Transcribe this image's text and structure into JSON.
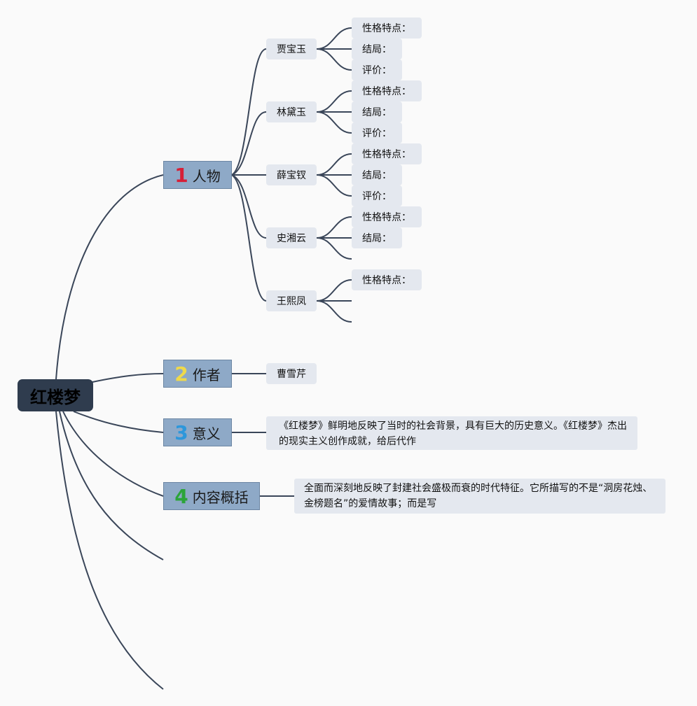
{
  "root": {
    "label": "红楼梦"
  },
  "branches": [
    {
      "num": "1",
      "num_color": "#d61f37",
      "label": "人物"
    },
    {
      "num": "2",
      "num_color": "#efd94a",
      "label": "作者"
    },
    {
      "num": "3",
      "num_color": "#2d97db",
      "label": "意义"
    },
    {
      "num": "4",
      "num_color": "#2ca43a",
      "label": "内容概括"
    }
  ],
  "characters": [
    {
      "name": "贾宝玉",
      "traits": [
        "性格特点：",
        "结局：",
        "评价："
      ]
    },
    {
      "name": "林黛玉",
      "traits": [
        "性格特点：",
        "结局：",
        "评价："
      ]
    },
    {
      "name": "薛宝钗",
      "traits": [
        "性格特点：",
        "结局：",
        "评价："
      ]
    },
    {
      "name": "史湘云",
      "traits": [
        "性格特点：",
        "结局："
      ]
    },
    {
      "name": "王熙凤",
      "traits": [
        "性格特点："
      ]
    }
  ],
  "author": {
    "name": "曹雪芹"
  },
  "significance": {
    "text": "《红楼梦》鲜明地反映了当时的社会背景，具有巨大的历史意义。《红楼梦》杰出的现实主义创作成就，给后代作"
  },
  "summary": {
    "text": "全面而深刻地反映了封建社会盛极而衰的时代特征。它所描写的不是“洞房花烛、金榜题名”的爱情故事；而是写"
  },
  "colors": {
    "line": "#3a4659",
    "root_bg": "#2f3c4e",
    "branch_bg": "#8ea9c7",
    "leaf_bg": "#e4e8ef"
  }
}
